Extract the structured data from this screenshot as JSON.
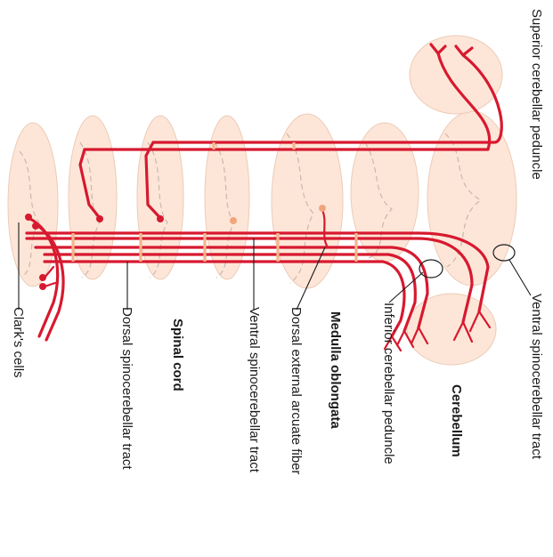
{
  "figure": {
    "labels": {
      "superior_peduncle": "Superior cerebellar peduncle",
      "ventral_tract_upper": "Ventral spinocerebellar tract",
      "cerebellum": "Cerebellum",
      "inferior_peduncle": "Inferior cerebellar peduncle",
      "medulla": "Medulla oblongata",
      "arcuate_fiber": "Dorsal external arcuate fiber",
      "ventral_tract_lower": "Ventral spinocerebellar tract",
      "spinal_cord": "Spinal cord",
      "dorsal_tract": "Dorsal spinocerebellar tract",
      "clarks_cells": "Clark's cells"
    },
    "colors": {
      "tract": "#d7192f",
      "tissue": "#fde6d8",
      "highlight": "#f5b58c"
    }
  }
}
